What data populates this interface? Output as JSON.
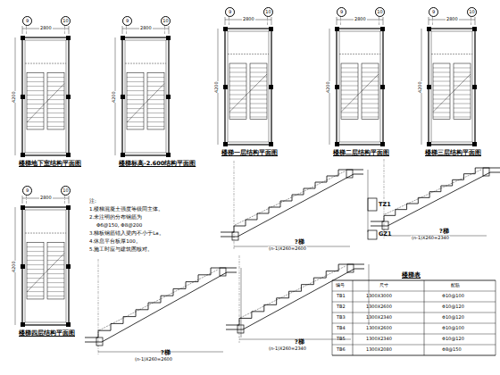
{
  "diagram": {
    "labels": [
      "楼梯地下室结构平面图",
      "楼梯标高-2.600结构平面图",
      "楼梯一层结构平面图",
      "楼梯二层结构平面图",
      "楼梯三层结构平面图",
      "楼梯四层结构平面图",
      "9",
      "10",
      "2800",
      "4200",
      "9",
      "10",
      "2800",
      "4200",
      "9",
      "10",
      "2800",
      "4200",
      "9",
      "10",
      "2800",
      "4200",
      "9",
      "10",
      "2800",
      "4200",
      "9",
      "10",
      "2800",
      "4200",
      "?梯",
      "?梯",
      "?梯",
      "?梯",
      "(n-1)X260=2600",
      "(n-1)X260=2340",
      "(n-1)X260=2600",
      "(n-1)X260=2340",
      "TZ1",
      "GZ1",
      "注:",
      "1.楼梯混凝土强度等级同主体。",
      "2.未注明的分布钢筋为",
      "Φ6@150, Φ8@200",
      "3.梯板钢筋锚入梁内不小于La。",
      "4.休息平台板厚100。",
      "5.施工时应与建筑图核对。",
      "楼梯表",
      "编号",
      "尺寸",
      "配筋",
      "TB1",
      "1300X3000",
      "Φ10@100",
      "TB2",
      "1300X2600",
      "Φ10@120",
      "TB3",
      "1300X2340",
      "Φ10@120",
      "TB4",
      "1300X2600",
      "Φ10@100",
      "TB5",
      "1300X2340",
      "Φ10@120",
      "TB6",
      "1300X2080",
      "Φ8@150"
    ]
  }
}
